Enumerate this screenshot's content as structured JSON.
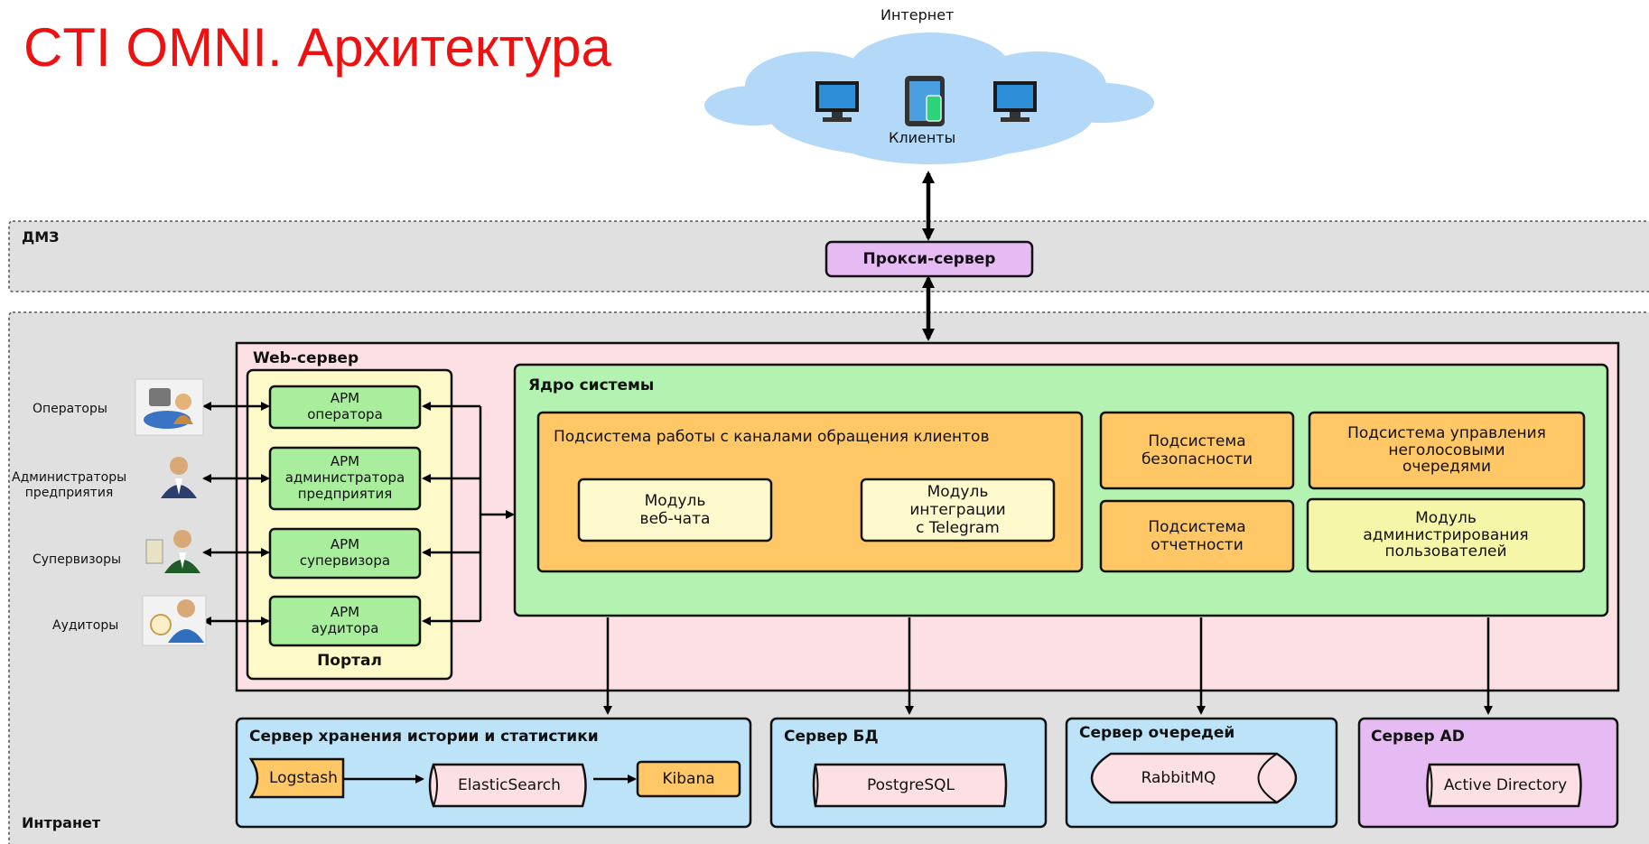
{
  "title": "CTI OMNI. Архитектура",
  "internet": {
    "label": "Интернет",
    "clients_label": "Клиенты"
  },
  "dmz": {
    "label": "ДМЗ",
    "proxy": "Прокси-сервер"
  },
  "intranet": {
    "label": "Интранет"
  },
  "users": [
    {
      "label": "Операторы",
      "icon": "operator-icon"
    },
    {
      "label": "Администраторы\nпредприятия",
      "icon": "administrator-icon"
    },
    {
      "label": "Супервизоры",
      "icon": "supervisor-icon"
    },
    {
      "label": "Аудиторы",
      "icon": "auditor-icon"
    }
  ],
  "web_server": {
    "label": "Web-сервер",
    "portal": {
      "label": "Портал",
      "arm": [
        "АРМ\nоператора",
        "АРМ\nадминистратора\nпредприятия",
        "АРМ\nсупервизора",
        "АРМ\nаудитора"
      ]
    },
    "core": {
      "label": "Ядро системы",
      "channels": {
        "label": "Подсистема работы с каналами обращения клиентов",
        "webchat": "Модуль\nвеб-чата",
        "telegram": "Модуль\nинтеграции\nс Telegram"
      },
      "security": "Подсистема\nбезопасности",
      "reporting": "Подсистема\nотчетности",
      "queues": "Подсистема управления\nнеголосовыми\nочередями",
      "user_admin": "Модуль\nадминистрирования\nпользователей"
    }
  },
  "servers": {
    "history": {
      "label": "Сервер хранения истории и статистики",
      "logstash": "Logstash",
      "elastic": "ElasticSearch",
      "kibana": "Kibana"
    },
    "db": {
      "label": "Сервер БД",
      "postgres": "PostgreSQL"
    },
    "queue": {
      "label": "Сервер очередей",
      "rabbit": "RabbitMQ"
    },
    "ad": {
      "label": "Сервер AD",
      "active_directory": "Active Directory"
    }
  },
  "colors": {
    "title": "#ee1111",
    "zone": "#e0e0e0",
    "web_server": "#fde0e3",
    "portal": "#fdf9c8",
    "arm": "#a8ee9c",
    "core": "#b3f2b0",
    "subsystem": "#ffc766",
    "module": "#fffacd",
    "server_blue": "#bde3f8",
    "server_ad": "#e6bbf4",
    "proxy": "#e6bbf4",
    "cloud": "#b3d8f8"
  }
}
